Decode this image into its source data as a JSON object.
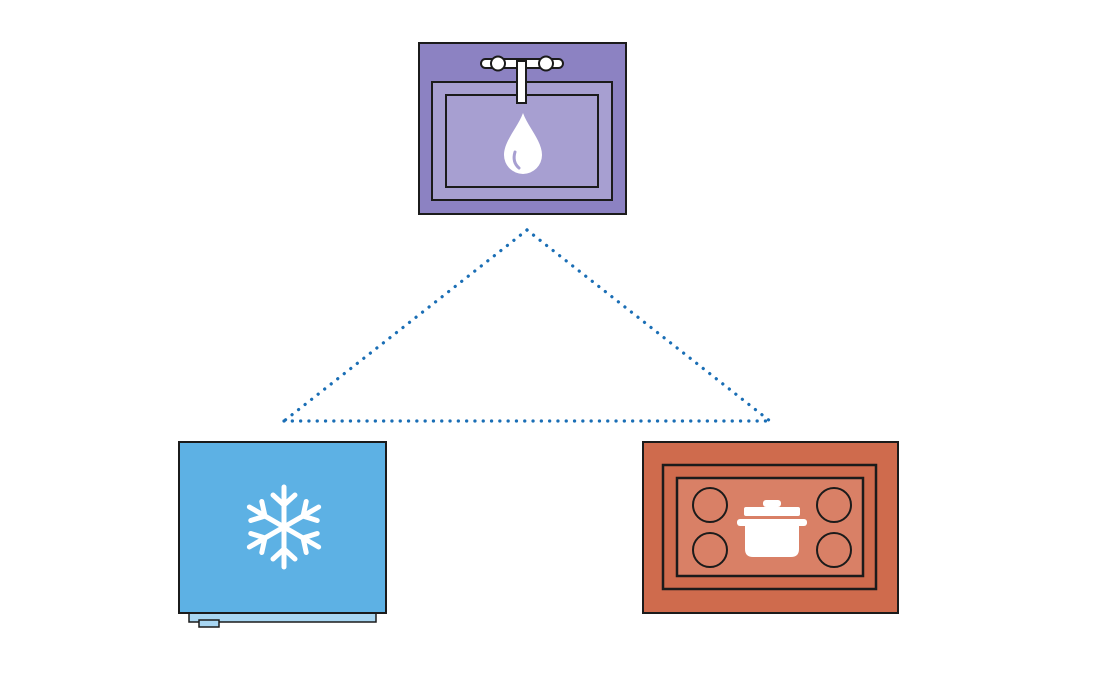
{
  "diagram": {
    "type": "kitchen-work-triangle",
    "nodes": [
      {
        "id": "sink",
        "icon": "water-drop-icon",
        "color": "#9b8fc6"
      },
      {
        "id": "refrigerator",
        "icon": "snowflake-icon",
        "color": "#5db1e4"
      },
      {
        "id": "stove",
        "icon": "cooking-pot-icon",
        "color": "#cf6b4d"
      }
    ],
    "connector": {
      "style": "dotted",
      "color": "#1a6eb5"
    }
  }
}
